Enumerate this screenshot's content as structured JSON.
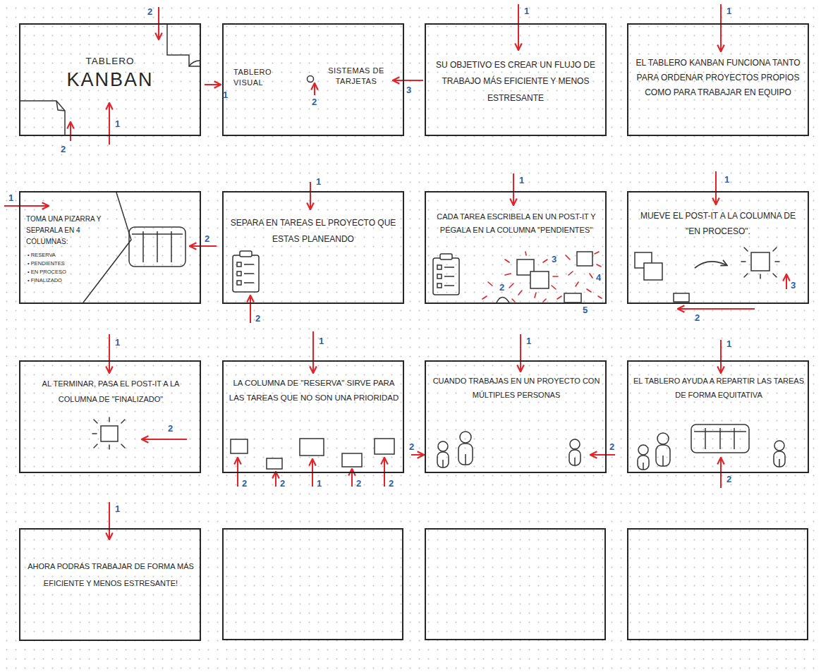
{
  "diagram": {
    "nodes": [
      {
        "text": [
          "TABLERO",
          "KANBAN"
        ]
      },
      {
        "text": [
          "TABLERO VISUAL",
          "SISTEMAS DE TARJETAS"
        ]
      },
      {
        "text": [
          "SU OBJETIVO ES CREAR UN FLUJO DE TRABAJO MÁS EFICIENTE Y MENOS ESTRESANTE"
        ]
      },
      {
        "text": [
          "EL TABLERO KANBAN FUNCIONA TANTO PARA ORDENAR PROYECTOS PROPIOS COMO PARA TRABAJAR EN EQUIPO"
        ]
      },
      {
        "text": [
          "TOMA UNA PIZARRA Y SEPARALA EN 4 COLUMNAS:",
          "• RESERVA",
          "• PENDIENTES",
          "• EN PROCESO",
          "• FINALIZADO"
        ]
      },
      {
        "text": [
          "SEPARA EN TAREAS EL PROYECTO QUE ESTAS PLANEANDO"
        ]
      },
      {
        "text": [
          "CADA TAREA ESCRIBELA EN UN POST-IT Y PÉGALA EN LA COLUMNA \"PENDIENTES\""
        ]
      },
      {
        "text": [
          "MUEVE EL POST-IT A LA COLUMNA DE \"EN PROCESO\"."
        ]
      },
      {
        "text": [
          "AL TERMINAR, PASA EL POST-IT A LA COLUMNA DE \"FINALIZADO\""
        ]
      },
      {
        "text": [
          "LA COLUMNA DE \"RESERVA\" SIRVE PARA LAS TAREAS QUE NO SON UNA PRIORIDAD"
        ]
      },
      {
        "text": [
          "CUANDO TRABAJAS EN UN PROYECTO CON MÚLTIPLES PERSONAS"
        ]
      },
      {
        "text": [
          "EL TABLERO AYUDA A REPARTIR LAS TAREAS DE FORMA EQUITATIVA"
        ]
      },
      {
        "text": [
          "AHORA PODRÁS TRABAJAR DE FORMA MÁS EFICIENTE Y MENOS ESTRESANTE!"
        ]
      }
    ],
    "labels": [
      "2",
      "1",
      "2",
      "1",
      "2",
      "3",
      "1",
      "1",
      "1",
      "2",
      "1",
      "2",
      "1",
      "3",
      "4",
      "2",
      "5",
      "1",
      "2",
      "3",
      "1",
      "2",
      "1",
      "2",
      "2",
      "1",
      "2",
      "2",
      "1",
      "2",
      "2",
      "1",
      "2",
      "1"
    ]
  }
}
